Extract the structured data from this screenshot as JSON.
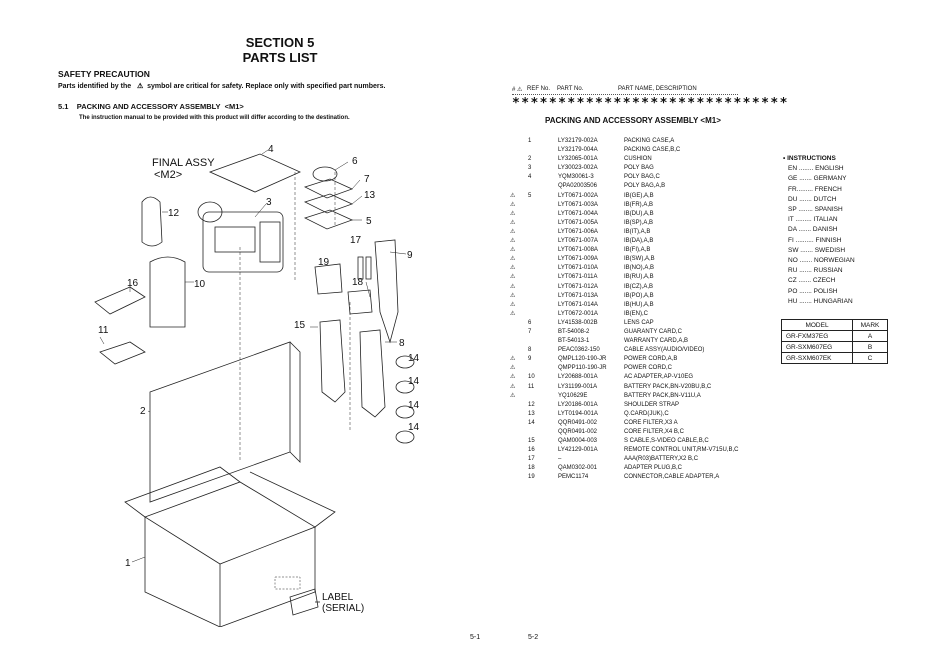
{
  "header": {
    "section": "SECTION  5",
    "title": "PARTS  LIST"
  },
  "safety": {
    "heading": "SAFETY PRECAUTION",
    "text_before": "Parts identified by the",
    "symbol": "⚠",
    "text_after": "symbol are critical for safety. Replace only with specified part numbers."
  },
  "packing": {
    "heading": "5.1    PACKING AND ACCESSORY ASSEMBLY  <M1>",
    "note": "The instruction manual to be provided with this product will differ according to the destination."
  },
  "diagram": {
    "final_assy_line1": "FINAL  ASSY",
    "final_assy_line2": "<M2>",
    "label_line1": "LABEL",
    "label_line2": "(SERIAL)",
    "callouts": [
      "4",
      "6",
      "7",
      "13",
      "5",
      "3",
      "12",
      "17",
      "9",
      "19",
      "18",
      "16",
      "10",
      "11",
      "15",
      "8",
      "14",
      "14",
      "14",
      "14",
      "2",
      "1"
    ]
  },
  "page_left": "5-1",
  "page_right": "5-2",
  "table_header": {
    "mark": "# ⚠",
    "ref": "REF No.",
    "part_no": "PART No.",
    "desc": "PART NAME, DESCRIPTION"
  },
  "stars": "******************************",
  "assy_title": "PACKING AND ACCESSORY ASSEMBLY <M1>",
  "parts": [
    {
      "warn": "",
      "ref": "1",
      "part": "LY32179-002A",
      "desc": "PACKING CASE,A"
    },
    {
      "warn": "",
      "ref": "",
      "part": "LY32179-004A",
      "desc": "PACKING CASE,B,C"
    },
    {
      "warn": "",
      "ref": "2",
      "part": "LY32065-001A",
      "desc": "CUSHION"
    },
    {
      "warn": "",
      "ref": "3",
      "part": "LY30023-002A",
      "desc": "POLY BAG"
    },
    {
      "warn": "",
      "ref": "4",
      "part": "YQM30061-3",
      "desc": "POLY BAG,C"
    },
    {
      "warn": "",
      "ref": "",
      "part": "QPA02003506",
      "desc": "POLY BAG,A,B"
    },
    {
      "warn": "⚠",
      "ref": "5",
      "part": "LYT0671-002A",
      "desc": "IB(GE),A,B"
    },
    {
      "warn": "⚠",
      "ref": "",
      "part": "LYT0671-003A",
      "desc": "IB(FR),A,B"
    },
    {
      "warn": "⚠",
      "ref": "",
      "part": "LYT0671-004A",
      "desc": "IB(DU),A,B"
    },
    {
      "warn": "⚠",
      "ref": "",
      "part": "LYT0671-005A",
      "desc": "IB(SP),A,B"
    },
    {
      "warn": "⚠",
      "ref": "",
      "part": "LYT0671-006A",
      "desc": "IB(IT),A,B"
    },
    {
      "warn": "⚠",
      "ref": "",
      "part": "LYT0671-007A",
      "desc": "IB(DA),A,B"
    },
    {
      "warn": "⚠",
      "ref": "",
      "part": "LYT0671-008A",
      "desc": "IB(FI),A,B"
    },
    {
      "warn": "⚠",
      "ref": "",
      "part": "LYT0671-009A",
      "desc": "IB(SW),A,B"
    },
    {
      "warn": "⚠",
      "ref": "",
      "part": "LYT0671-010A",
      "desc": "IB(NO),A,B"
    },
    {
      "warn": "⚠",
      "ref": "",
      "part": "LYT0671-011A",
      "desc": "IB(RU),A,B"
    },
    {
      "warn": "⚠",
      "ref": "",
      "part": "LYT0671-012A",
      "desc": "IB(CZ),A,B"
    },
    {
      "warn": "⚠",
      "ref": "",
      "part": "LYT0671-013A",
      "desc": "IB(PO),A,B"
    },
    {
      "warn": "⚠",
      "ref": "",
      "part": "LYT0671-014A",
      "desc": "IB(HU),A,B"
    },
    {
      "warn": "⚠",
      "ref": "",
      "part": "LYT0672-001A",
      "desc": "IB(EN),C"
    },
    {
      "warn": "",
      "ref": "6",
      "part": "LY41538-002B",
      "desc": "LENS CAP"
    },
    {
      "warn": "",
      "ref": "7",
      "part": "BT-54008-2",
      "desc": "GUARANTY CARD,C"
    },
    {
      "warn": "",
      "ref": "",
      "part": "BT-54013-1",
      "desc": "WARRANTY CARD,A,B"
    },
    {
      "warn": "",
      "ref": "8",
      "part": "PEAC0362-150",
      "desc": "CABLE ASSY(AUDIO/VIDEO)"
    },
    {
      "warn": "⚠",
      "ref": "9",
      "part": "QMPL120-190-JR",
      "desc": "POWER CORD,A,B"
    },
    {
      "warn": "⚠",
      "ref": "",
      "part": "QMPP110-190-JR",
      "desc": "POWER CORD,C"
    },
    {
      "warn": "⚠",
      "ref": "10",
      "part": "LY20688-001A",
      "desc": "AC ADAPTER,AP-V10EG"
    },
    {
      "warn": "⚠",
      "ref": "11",
      "part": "LY31199-001A",
      "desc": "BATTERY PACK,BN-V20BU,B,C"
    },
    {
      "warn": "⚠",
      "ref": "",
      "part": "YQ10629E",
      "desc": "BATTERY PACK,BN-V11U,A"
    },
    {
      "warn": "",
      "ref": "12",
      "part": "LY20186-001A",
      "desc": "SHOULDER STRAP"
    },
    {
      "warn": "",
      "ref": "13",
      "part": "LYT0194-001A",
      "desc": "Q.CARD(JUK),C"
    },
    {
      "warn": "",
      "ref": "14",
      "part": "QQR0491-002",
      "desc": "CORE FILTER,X3 A"
    },
    {
      "warn": "",
      "ref": "",
      "part": "QQR0491-002",
      "desc": "CORE FILTER,X4 B,C"
    },
    {
      "warn": "",
      "ref": "15",
      "part": "QAM0004-003",
      "desc": "S CABLE,S-VIDEO CABLE,B,C"
    },
    {
      "warn": "",
      "ref": "16",
      "part": "LY42129-001A",
      "desc": "REMOTE CONTROL UNIT,RM-V715U,B,C"
    },
    {
      "warn": "",
      "ref": "17",
      "part": "–",
      "desc": "AAA(R03)BATTERY,X2 B,C"
    },
    {
      "warn": "",
      "ref": "18",
      "part": "QAM0302-001",
      "desc": "ADAPTER PLUG,B,C"
    },
    {
      "warn": "",
      "ref": "19",
      "part": "PEMC1174",
      "desc": "CONNECTOR,CABLE ADAPTER,A"
    }
  ],
  "instructions": {
    "title": "• INSTRUCTIONS",
    "items": [
      "EN ........ ENGLISH",
      "GE ....... GERMANY",
      "FR......... FRENCH",
      "DU ....... DUTCH",
      "SP ........ SPANISH",
      "IT ......... ITALIAN",
      "DA ....... DANISH",
      "FI .......... FINNISH",
      "SW ....... SWEDISH",
      "NO ....... NORWEGIAN",
      "RU ....... RUSSIAN",
      "CZ ....... CZECH",
      "PO ....... POLISH",
      "HU ....... HUNGARIAN"
    ]
  },
  "model_table": {
    "headers": [
      "MODEL",
      "MARK"
    ],
    "rows": [
      [
        "GR-FXM37EG",
        "A"
      ],
      [
        "GR-SXM607EG",
        "B"
      ],
      [
        "GR-SXM607EK",
        "C"
      ]
    ]
  }
}
